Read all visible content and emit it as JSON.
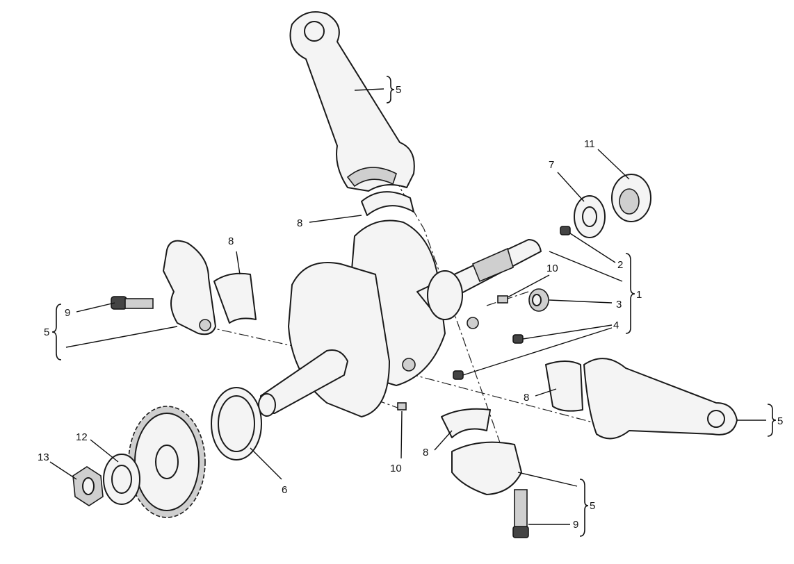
{
  "diagram": {
    "title": "Crankshaft and connecting rods exploded view",
    "callouts": {
      "rod_top_group": "5",
      "nut_11": "11",
      "washer_7": "7",
      "bearing_top": "8",
      "bearing_left": "8",
      "plug_2": "2",
      "crank_group": "1",
      "key_10_right": "10",
      "bearing_3": "3",
      "plug_4": "4",
      "bolt_9_left": "9",
      "rod_left_group": "5",
      "bearing_right": "8",
      "rod_right_group": "5",
      "washer_12": "12",
      "nut_13": "13",
      "bearing_bottom": "8",
      "key_10_bottom": "10",
      "washer_6": "6",
      "rod_bottom_group": "5",
      "bolt_9_bottom": "9"
    }
  }
}
